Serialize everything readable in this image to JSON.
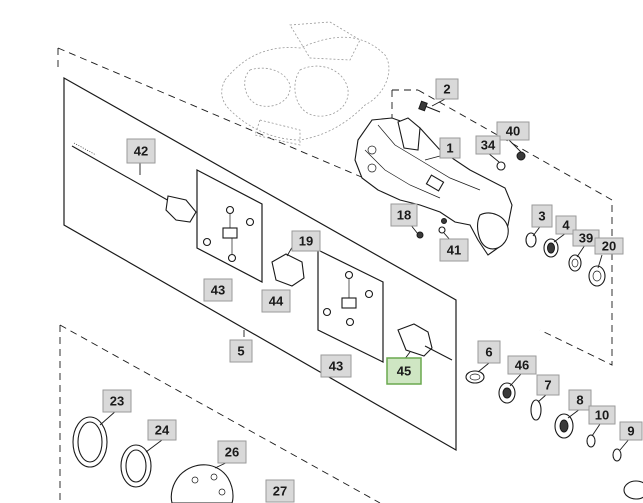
{
  "diagram": {
    "callouts": [
      {
        "id": "c-2",
        "label": "2",
        "highlight": false
      },
      {
        "id": "c-40",
        "label": "40",
        "highlight": false
      },
      {
        "id": "c-34",
        "label": "34",
        "highlight": false
      },
      {
        "id": "c-1",
        "label": "1",
        "highlight": false
      },
      {
        "id": "c-42",
        "label": "42",
        "highlight": false
      },
      {
        "id": "c-18",
        "label": "18",
        "highlight": false
      },
      {
        "id": "c-41",
        "label": "41",
        "highlight": false
      },
      {
        "id": "c-3",
        "label": "3",
        "highlight": false
      },
      {
        "id": "c-4",
        "label": "4",
        "highlight": false
      },
      {
        "id": "c-39",
        "label": "39",
        "highlight": false
      },
      {
        "id": "c-20",
        "label": "20",
        "highlight": false
      },
      {
        "id": "c-19",
        "label": "19",
        "highlight": false
      },
      {
        "id": "c-43a",
        "label": "43",
        "highlight": false
      },
      {
        "id": "c-44",
        "label": "44",
        "highlight": false
      },
      {
        "id": "c-5",
        "label": "5",
        "highlight": false
      },
      {
        "id": "c-43b",
        "label": "43",
        "highlight": false
      },
      {
        "id": "c-45",
        "label": "45",
        "highlight": true
      },
      {
        "id": "c-6",
        "label": "6",
        "highlight": false
      },
      {
        "id": "c-46",
        "label": "46",
        "highlight": false
      },
      {
        "id": "c-7",
        "label": "7",
        "highlight": false
      },
      {
        "id": "c-8",
        "label": "8",
        "highlight": false
      },
      {
        "id": "c-10",
        "label": "10",
        "highlight": false
      },
      {
        "id": "c-9",
        "label": "9",
        "highlight": false
      },
      {
        "id": "c-23",
        "label": "23",
        "highlight": false
      },
      {
        "id": "c-24",
        "label": "24",
        "highlight": false
      },
      {
        "id": "c-26",
        "label": "26",
        "highlight": false
      },
      {
        "id": "c-27",
        "label": "27",
        "highlight": false
      }
    ]
  }
}
